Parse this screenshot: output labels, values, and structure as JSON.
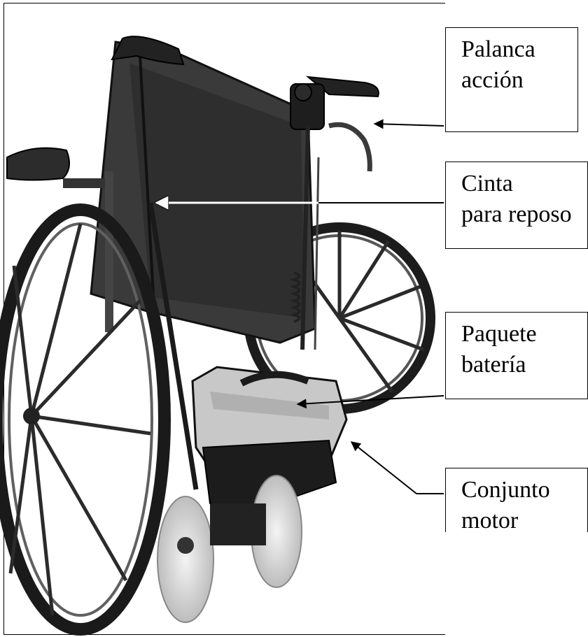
{
  "labels": {
    "palanca": {
      "line1": "Palanca",
      "line2": "acción"
    },
    "cinta": {
      "line1": "Cinta",
      "line2": "para reposo"
    },
    "paquete": {
      "line1": "Paquete",
      "line2": "batería"
    },
    "conjunto": {
      "line1": "Conjunto",
      "line2": "motor"
    }
  },
  "colors": {
    "background": "#ffffff",
    "ink": "#000000",
    "frame_fabric": "#3a3a3a",
    "battery": "#c8c8c8",
    "tires": "#e6e6e6"
  }
}
